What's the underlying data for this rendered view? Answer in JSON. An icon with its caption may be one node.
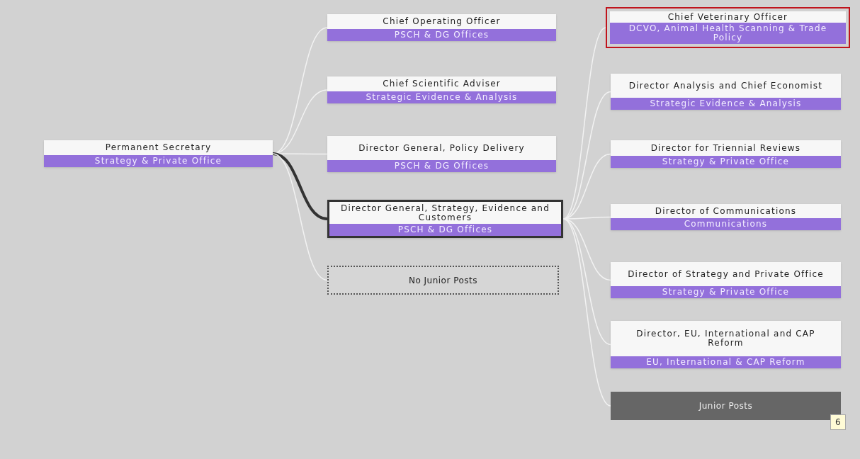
{
  "diagram": {
    "nodes": [
      {
        "text": [
          "Permanent Secretary",
          "Strategy & Private Office"
        ]
      },
      {
        "text": [
          "Chief Operating Officer",
          "PSCH & DG Offices"
        ]
      },
      {
        "text": [
          "Chief Scientific Adviser",
          "Strategic Evidence & Analysis"
        ]
      },
      {
        "text": [
          "Director General, Policy Delivery",
          "PSCH & DG Offices"
        ]
      },
      {
        "text": [
          "Director General, Strategy, Evidence and Customers",
          "PSCH & DG Offices"
        ]
      },
      {
        "text": [
          "No Junior Posts"
        ]
      },
      {
        "text": [
          "Chief Veterinary Officer",
          "DCVO, Animal Health Scanning & Trade Policy"
        ]
      },
      {
        "text": [
          "Director Analysis and Chief Economist",
          "Strategic Evidence & Analysis"
        ]
      },
      {
        "text": [
          "Director for Triennial Reviews",
          "Strategy & Private Office"
        ]
      },
      {
        "text": [
          "Director of Communications",
          "Communications"
        ]
      },
      {
        "text": [
          "Director of Strategy and Private Office",
          "Strategy & Private Office"
        ]
      },
      {
        "text": [
          "Director, EU, International and CAP Reform",
          "EU, International & CAP Reform"
        ]
      },
      {
        "text": [
          "Junior Posts"
        ],
        "beside": [
          "6"
        ]
      }
    ],
    "edges": [
      {
        "from": 0,
        "to": 1,
        "arrow": "none"
      },
      {
        "from": 0,
        "to": 2,
        "arrow": "none"
      },
      {
        "from": 0,
        "to": 3,
        "arrow": "none"
      },
      {
        "from": 0,
        "to": 4,
        "arrow": "none",
        "style": "thick",
        "color": "#333333"
      },
      {
        "from": 0,
        "to": 5,
        "arrow": "none"
      },
      {
        "from": 4,
        "to": 6,
        "arrow": "none"
      },
      {
        "from": 4,
        "to": 7,
        "arrow": "none"
      },
      {
        "from": 4,
        "to": 8,
        "arrow": "none"
      },
      {
        "from": 4,
        "to": 9,
        "arrow": "none"
      },
      {
        "from": 4,
        "to": 10,
        "arrow": "none"
      },
      {
        "from": 4,
        "to": 11,
        "arrow": "none"
      },
      {
        "from": 4,
        "to": 12,
        "arrow": "none"
      }
    ]
  }
}
